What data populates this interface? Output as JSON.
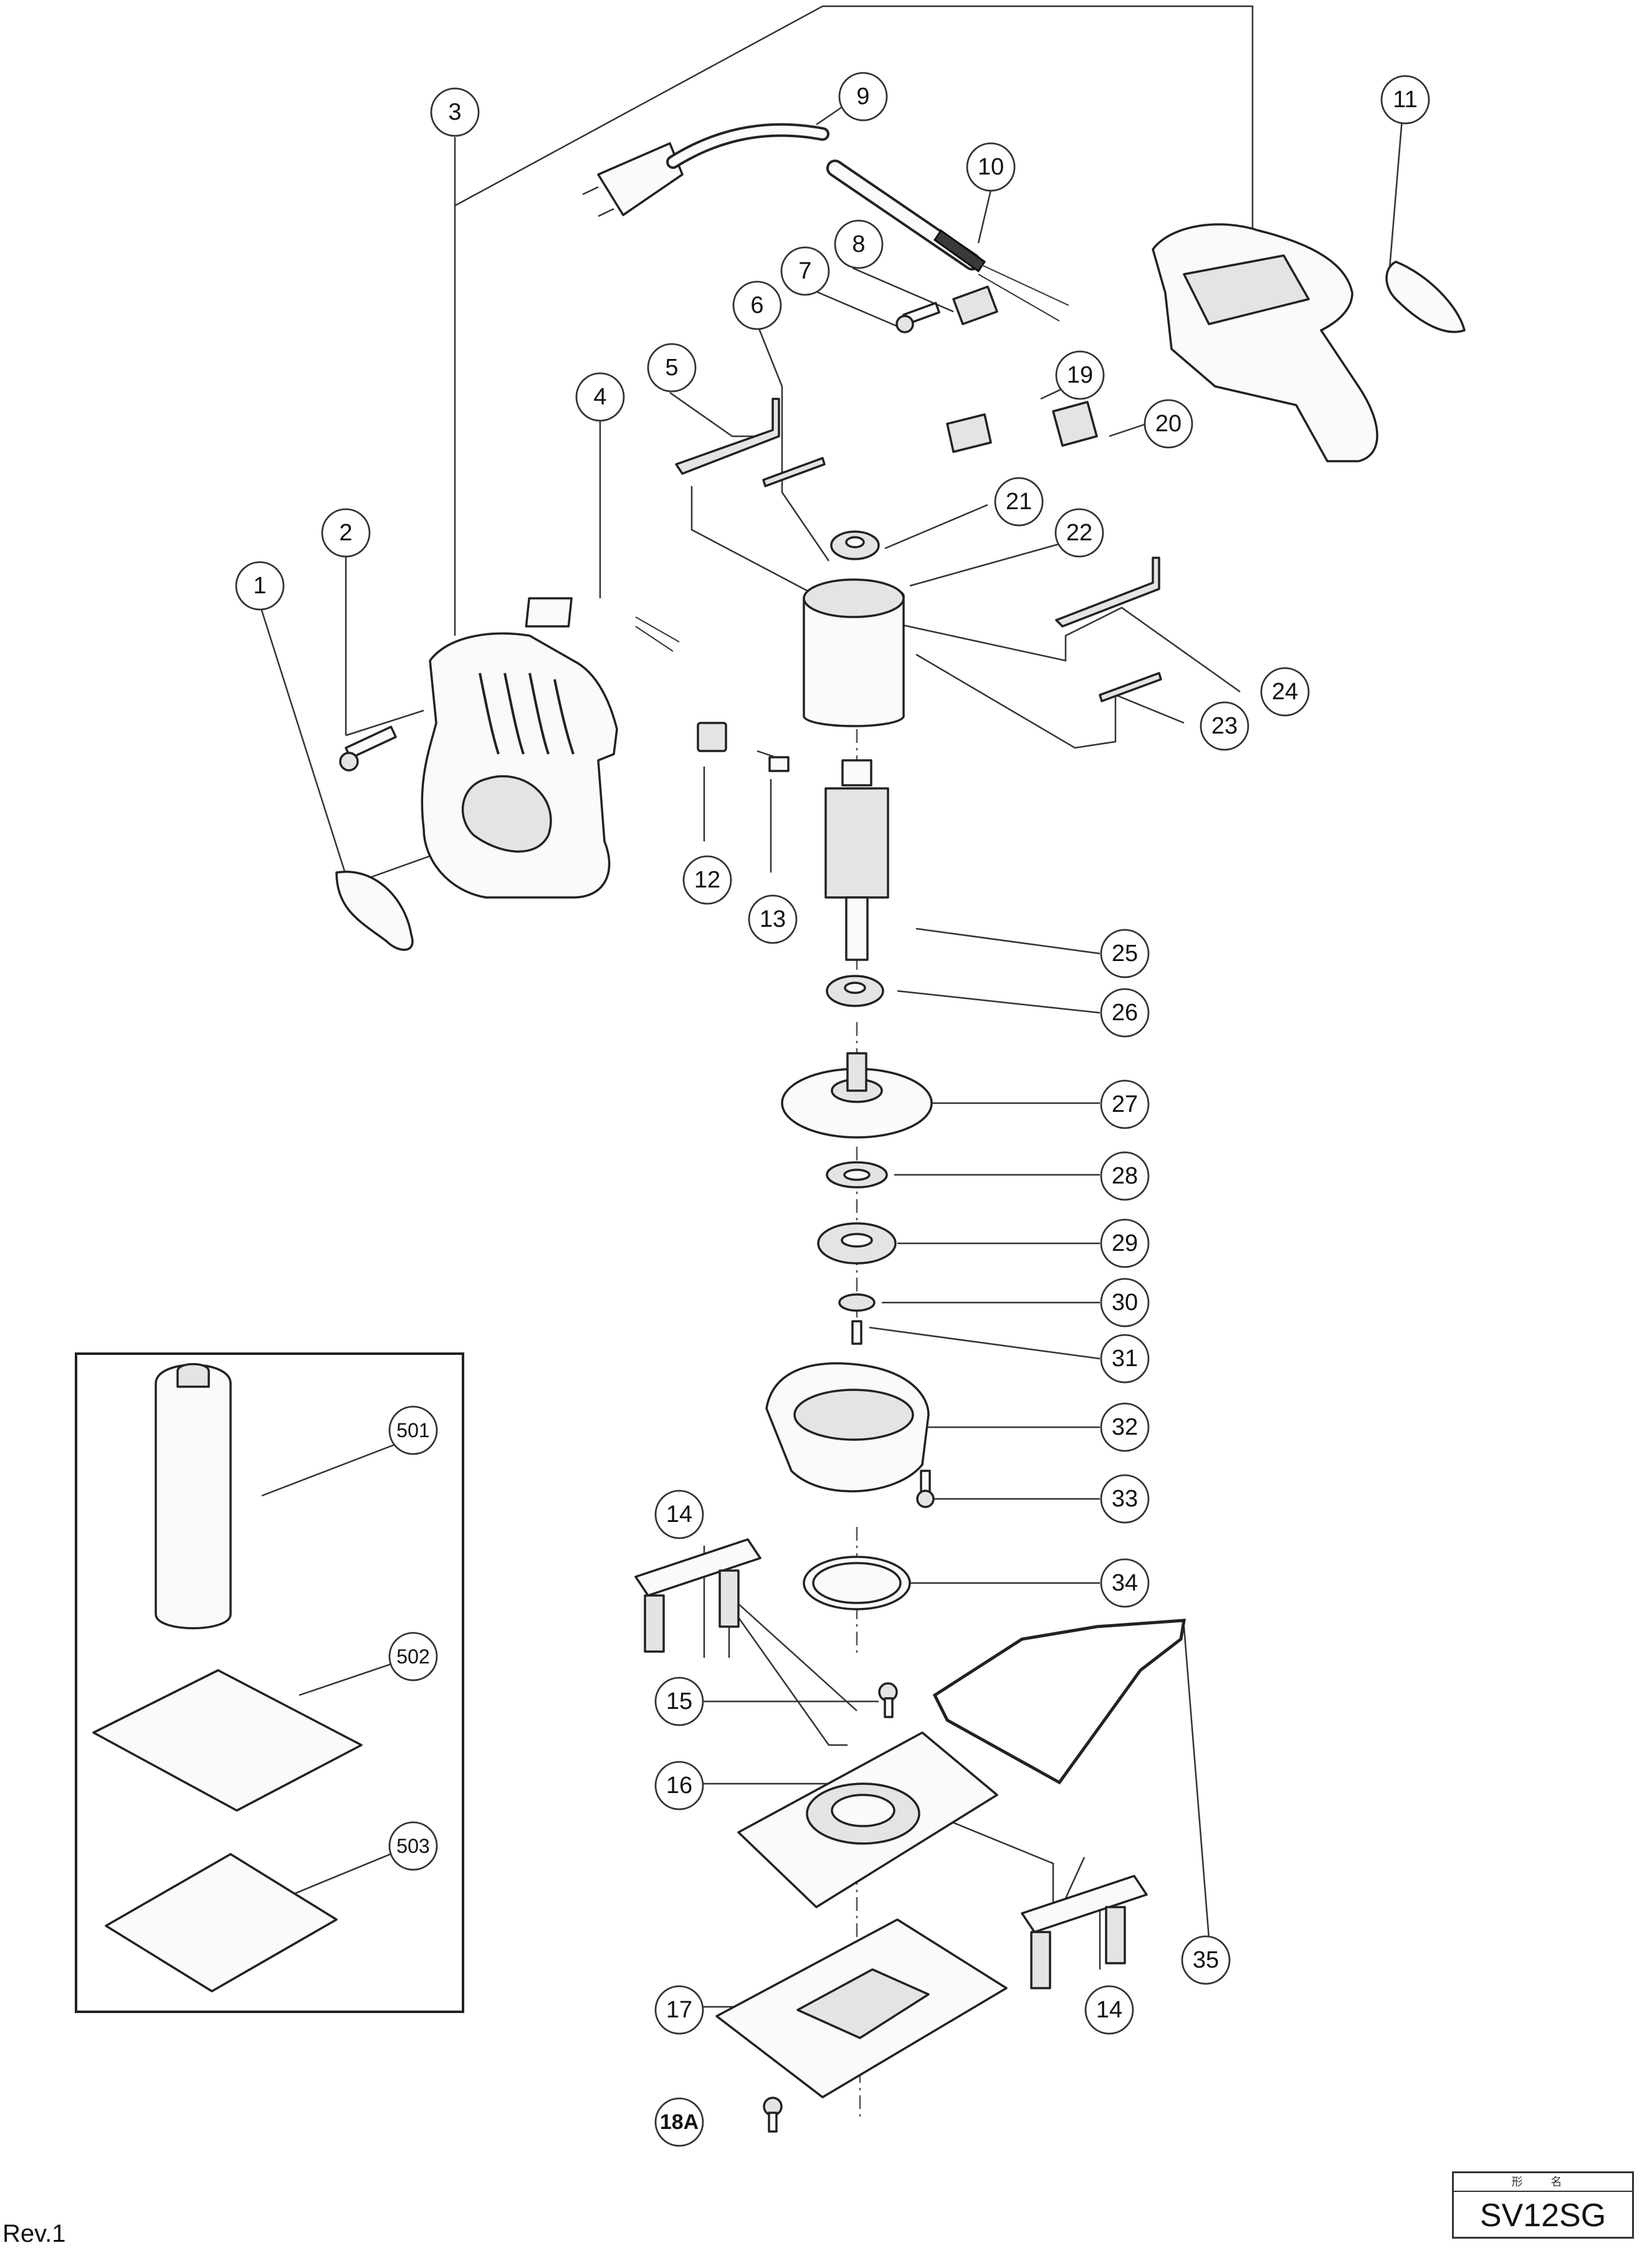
{
  "diagram": {
    "type": "exploded parts diagram",
    "part_numbers": [
      "1",
      "2",
      "3",
      "4",
      "5",
      "6",
      "7",
      "8",
      "9",
      "10",
      "11",
      "12",
      "13",
      "14",
      "14",
      "15",
      "16",
      "17",
      "18A",
      "19",
      "20",
      "21",
      "22",
      "23",
      "24",
      "25",
      "26",
      "27",
      "28",
      "29",
      "30",
      "31",
      "32",
      "33",
      "34",
      "35"
    ],
    "accessory_numbers": [
      "501",
      "502",
      "503"
    ]
  },
  "footer": {
    "revision": "Rev.1",
    "model_header": "形 名",
    "model": "SV12SG"
  }
}
